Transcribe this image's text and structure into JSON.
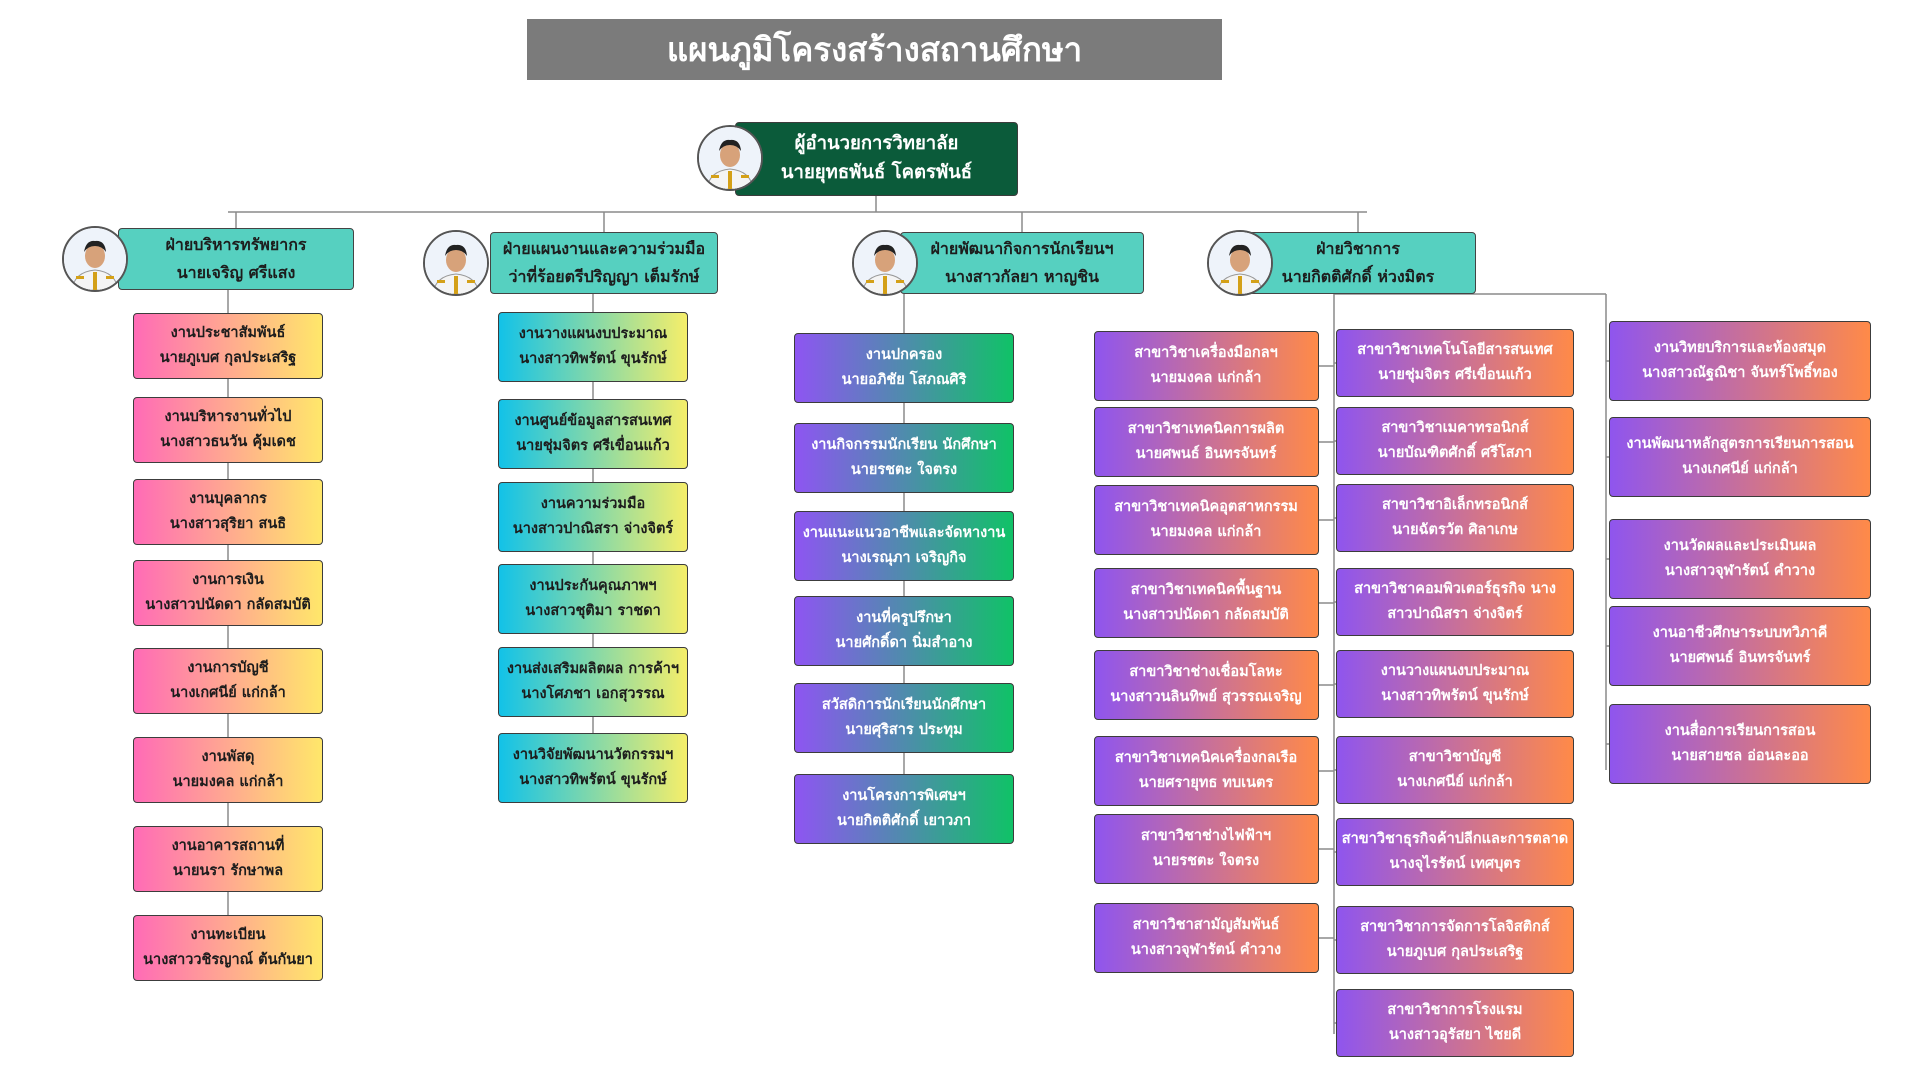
{
  "title": "แผนภูมิโครงสร้างสถานศึกษา",
  "director": {
    "position": "ผู้อำนวยการวิทยาลัย",
    "name": "นายยุทธพันธ์ โคตรพันธ์"
  },
  "divisions": [
    {
      "title": "ฝ่ายบริหารทรัพยากร",
      "name": "นายเจริญ ศรีแสง",
      "units": [
        {
          "title": "งานประชาสัมพันธ์",
          "name": "นายภูเบศ กุลประเสริฐ"
        },
        {
          "title": "งานบริหารงานทั่วไป",
          "name": "นางสาวธนวัน คุ้มเดช"
        },
        {
          "title": "งานบุคลากร",
          "name": "นางสาวสุริยา สนธิ"
        },
        {
          "title": "งานการเงิน",
          "name": "นางสาวปนัดดา กลัดสมบัติ"
        },
        {
          "title": "งานการบัญชี",
          "name": "นางเกศนีย์ แก่กล้า"
        },
        {
          "title": "งานพัสดุ",
          "name": "นายมงคล แก่กล้า"
        },
        {
          "title": "งานอาคารสถานที่",
          "name": "นายนรา รักษาพล"
        },
        {
          "title": "งานทะเบียน",
          "name": "นางสาววชิรญาณ์ ต้นกันยา"
        }
      ]
    },
    {
      "title": "ฝ่ายแผนงานและความร่วมมือ",
      "name": "ว่าที่ร้อยตรีปริญญา เต็มรักษ์",
      "units": [
        {
          "title": "งานวางแผนงบประมาณ",
          "name": "นางสาวทิพรัตน์ ขุนรักษ์"
        },
        {
          "title": "งานศูนย์ข้อมูลสารสนเทศ",
          "name": "นายชุ่มจิตร ศรีเขื่อนแก้ว"
        },
        {
          "title": "งานความร่วมมือ",
          "name": "นางสาวปาณิสรา จ่างจิตร์"
        },
        {
          "title": "งานประกันคุณภาพฯ",
          "name": "นางสาวชุติมา ราชดา"
        },
        {
          "title": "งานส่งเสริมผลิตผล การค้าฯ",
          "name": "นางโศภชา เอกสุวรรณ"
        },
        {
          "title": "งานวิจัยพัฒนานวัตกรรมฯ",
          "name": "นางสาวทิพรัตน์ ขุนรักษ์"
        }
      ]
    },
    {
      "title": "ฝ่ายพัฒนากิจการนักเรียนฯ",
      "name": "นางสาวกัลยา หาญชิน",
      "units": [
        {
          "title": "งานปกครอง",
          "name": "นายอภิชัย โสภณศิริ"
        },
        {
          "title": "งานกิจกรรมนักเรียน นักศึกษา",
          "name": "นายรชตะ ใจตรง"
        },
        {
          "title": "งานแนะแนวอาชีพและจัดหางาน",
          "name": "นางเรณุภา เจริญกิจ"
        },
        {
          "title": "งานที่ครูปรึกษา",
          "name": "นายศักดิ์ดา นิ่มสำอาง"
        },
        {
          "title": "สวัสดิการนักเรียนนักศึกษา",
          "name": "นายศุริสาร ประทุม"
        },
        {
          "title": "งานโครงการพิเศษฯ",
          "name": "นายกิตติศักดิ์ เยาวภา"
        }
      ]
    },
    {
      "title": "ฝ่ายวิชาการ",
      "name": "นายกิตติศักดิ์ ห่วงมิตร",
      "units_col1": [
        {
          "title": "สาขาวิชาเครื่องมือกลฯ",
          "name": "นายมงคล แก่กล้า"
        },
        {
          "title": "สาขาวิชาเทคนิคการผลิต",
          "name": "นายศพนธ์ อินทรจันทร์"
        },
        {
          "title": "สาขาวิชาเทคนิคอุตสาหกรรม",
          "name": "นายมงคล แก่กล้า"
        },
        {
          "title": "สาขาวิชาเทคนิคพื้นฐาน",
          "name": "นางสาวปนัดดา กลัดสมบัติ"
        },
        {
          "title": "สาขาวิชาช่างเชื่อมโลหะ",
          "name": "นางสาวนลินทิพย์ สุวรรณเจริญ"
        },
        {
          "title": "สาขาวิชาเทคนิคเครื่องกลเรือ",
          "name": "นายศรายุทธ ทบเนตร"
        },
        {
          "title": "สาขาวิชาช่างไฟฟ้าฯ",
          "name": "นายรชตะ ใจตรง"
        },
        {
          "title": "สาขาวิชาสามัญสัมพันธ์",
          "name": "นางสาวจุฬารัตน์ คำวาง"
        }
      ],
      "units_col2": [
        {
          "title": "สาขาวิชาเทคโนโลยีสารสนเทศ",
          "name": "นายชุ่มจิตร ศรีเขื่อนแก้ว"
        },
        {
          "title": "สาขาวิชาเมคาทรอนิกส์",
          "name": "นายบัณฑิตศักดิ์ ศรีโสภา"
        },
        {
          "title": "สาขาวิชาอิเล็กทรอนิกส์",
          "name": "นายฉัตรวัต ศิลาเกษ"
        },
        {
          "title": "สาขาวิชาคอมพิวเตอร์ธุรกิจ นาง",
          "name": "สาวปาณิสรา จ่างจิตร์"
        },
        {
          "title": "งานวางแผนงบประมาณ",
          "name": "นางสาวทิพรัตน์ ขุนรักษ์"
        },
        {
          "title": "สาขาวิชาบัญชี",
          "name": "นางเกศนีย์ แก่กล้า"
        },
        {
          "title": "สาขาวิชาธุรกิจค้าปลีกและการตลาด",
          "name": "นางจุไรรัตน์ เทศบุตร"
        },
        {
          "title": "สาขาวิชาการจัดการโลจิสติกส์",
          "name": "นายภูเบศ กุลประเสริฐ"
        },
        {
          "title": "สาขาวิชาการโรงแรม",
          "name": "นางสาวอุรัสยา ไชยดี"
        }
      ],
      "units_col3": [
        {
          "title": "งานวิทยบริการและห้องสมุด",
          "name": "นางสาวณัฐณิชา จันทร์โพธิ์ทอง"
        },
        {
          "title": "งานพัฒนาหลักสูตรการเรียนการสอน",
          "name": "นางเกศนีย์ แก่กล้า"
        },
        {
          "title": "งานวัดผลและประเมินผล",
          "name": "นางสาวจุฬารัตน์ คำวาง"
        },
        {
          "title": "งานอาชีวศึกษาระบบทวิภาคี",
          "name": "นายศพนธ์ อินทรจันทร์"
        },
        {
          "title": "งานสื่อการเรียนการสอน",
          "name": "นายสายชล อ่อนละออ"
        }
      ]
    }
  ]
}
